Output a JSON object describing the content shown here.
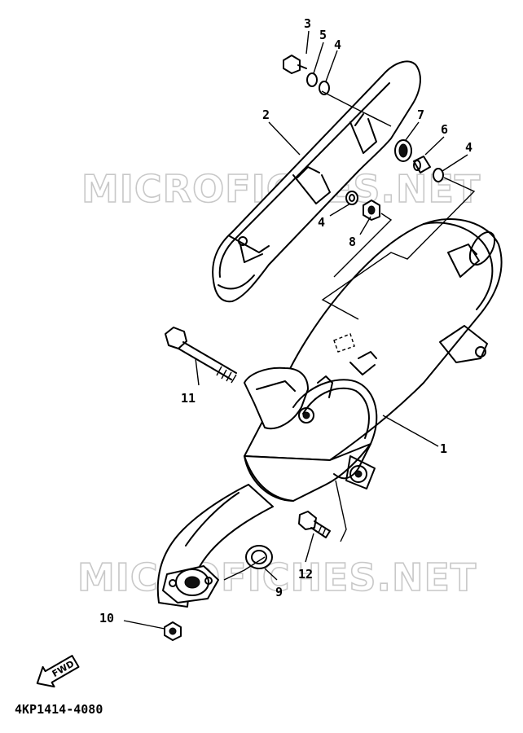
{
  "watermark": "MICROFICHES.NET",
  "drawing_code": "4KP1414-4080",
  "direction_arrow": "FWD",
  "callouts": {
    "c1": "1",
    "c2": "2",
    "c3": "3",
    "c4a": "4",
    "c4b": "4",
    "c4c": "4",
    "c5": "5",
    "c6": "6",
    "c7": "7",
    "c8": "8",
    "c9": "9",
    "c10": "10",
    "c11": "11",
    "c12": "12"
  }
}
